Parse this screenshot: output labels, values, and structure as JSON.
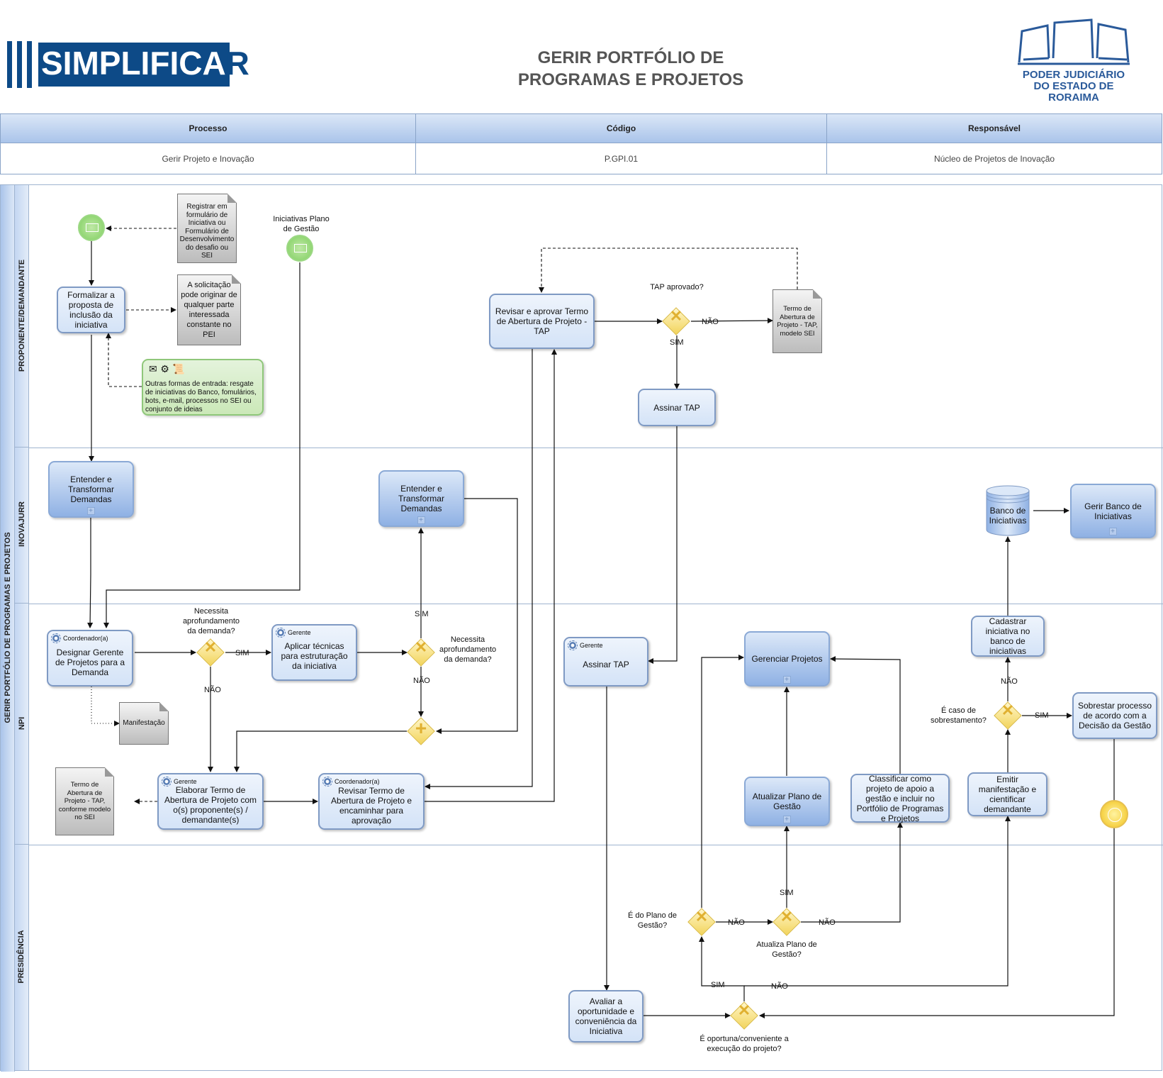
{
  "header": {
    "logo_left_text": "SIMPLIFICAR",
    "title_line1": "GERIR PORTFÓLIO DE",
    "title_line2": "PROGRAMAS E PROJETOS",
    "logo_right_line1": "PODER JUDICIÁRIO",
    "logo_right_line2": "DO ESTADO DE RORAIMA"
  },
  "info_table": {
    "headers": [
      "Processo",
      "Código",
      "Responsável"
    ],
    "values": [
      "Gerir Projeto e Inovação",
      "P.GPI.01",
      "Núcleo de Projetos de Inovação"
    ]
  },
  "pool": {
    "name": "GERIR PORTFÓLIO DE PROGRAMAS E PROJETOS",
    "lanes": [
      "PROPONENTE/DEMANDANTE",
      "INOVAJURR",
      "NPI",
      "PRESIDÊNCIA"
    ]
  },
  "tasks": {
    "formalizar": "Formalizar a proposta de inclusão da iniciativa",
    "revisar_aprovar_tap": "Revisar e aprovar Termo de Abertura de Projeto - TAP",
    "assinar_tap_proponente": "Assinar TAP",
    "entender_1": "Entender e Transformar Demandas",
    "entender_2": "Entender e Transformar Demandas",
    "gerir_banco": "Gerir Banco de Iniciativas",
    "designar_gerente": "Designar Gerente de Projetos para a Demanda",
    "designar_role": "Coordenador(a)",
    "aplicar_tecnicas": "Aplicar técnicas para estruturação da iniciativa",
    "aplicar_role": "Gerente",
    "assinar_tap_npi": "Assinar TAP",
    "assinar_role": "Gerente",
    "gerenciar_projetos": "Gerenciar Projetos",
    "cadastrar": "Cadastrar iniciativa no banco de iniciativas",
    "sobrestar": "Sobrestar processo de acordo com a Decisão da Gestão",
    "elaborar_tap": "Elaborar Termo de Abertura de Projeto com o(s) proponente(s) / demandante(s)",
    "elaborar_role": "Gerente",
    "revisar_encaminhar": "Revisar Termo de Abertura de Projeto e encaminhar para aprovação",
    "revisar_role": "Coordenador(a)",
    "atualizar_plano": "Atualizar Plano de Gestão",
    "classificar": "Classificar como projeto de apoio a gestão e incluir no Portfólio de Programas e Projetos",
    "emitir": "Emitir manifestação e cientificar demandante",
    "avaliar": "Avaliar a oportunidade e conveniência da Iniciativa"
  },
  "documents": {
    "registrar": "Registrar em formulário de Iniciativa ou Formulário de Desenvolvimento do desafio ou SEI",
    "solicitacao": "A solicitação pode originar de qualquer parte interessada constante no PEI",
    "tap_modelo": "Termo de Abertura de Projeto - TAP, modelo SEI",
    "manifestacao": "Manifestação",
    "tap_conforme": "Termo de Abertura de Projeto - TAP, conforme modelo no SEI"
  },
  "annotation": {
    "outras_formas": "Outras formas de entrada: resgate de iniciativas do Banco, fomulários, bots, e-mail, processos no SEI ou conjunto de ideias"
  },
  "database": {
    "banco": "Banco de Iniciativas"
  },
  "events": {
    "iniciativas_plano": "Iniciativas Plano de Gestão"
  },
  "gateways": {
    "tap_aprovado": "TAP aprovado?",
    "necessita_1": "Necessita aprofundamento da demanda?",
    "necessita_2": "Necessita aprofundamento da demanda?",
    "caso_sobrestamento": "É caso de sobrestamento?",
    "do_plano": "É do Plano de Gestão?",
    "atualiza_plano": "Atualiza Plano de Gestão?",
    "oportuna": "É oportuna/conveniente a execução do projeto?"
  },
  "flow_labels": {
    "sim": "SIM",
    "nao": "NÃO"
  },
  "colors": {
    "brand_blue": "#0d4a87",
    "task_border": "#7f9ac4",
    "gateway_fill": "#f2d45c",
    "start_event": "#7fcf5f",
    "timer_event": "#f2c21c"
  }
}
